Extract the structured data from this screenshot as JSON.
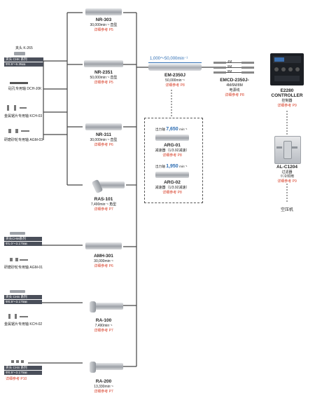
{
  "handpieces": [
    {
      "model": "NR-303",
      "spec": "30,000min⁻¹ 直型",
      "ref": "详细参考 P5"
    },
    {
      "model": "NR-2351",
      "spec": "50,000min⁻¹ 直型",
      "ref": "详细参考 P5"
    },
    {
      "model": "NR-311",
      "spec": "30,000min⁻¹ 直型",
      "ref": "详细参考 P6"
    },
    {
      "model": "RAS-101",
      "spec": "7,490min⁻¹ 角型",
      "ref": "详细参考 P7"
    },
    {
      "model": "AMH-301",
      "spec": "30,000min⁻¹",
      "ref": "详细参考 P6"
    },
    {
      "model": "RA-100",
      "spec": "7,490min⁻¹",
      "ref": "详细参考 P7"
    },
    {
      "model": "RA-200",
      "spec": "13,330min⁻¹",
      "ref": "详细参考 P7"
    }
  ],
  "accessories": {
    "k265": "夹头 K-265",
    "chk_series": "夹头 CHK 系列",
    "chk_range": "Φ0.8～6.35㎜",
    "dch": "砧孔专用轴 DCH-J0K",
    "kch03": "金属锯片专用轴 KCH-03",
    "agm03": "研磨砂轮专用轴 AGM-03",
    "chm_series": "夹头CHM系列",
    "chm_range": "Φ1.0～3.175㎜",
    "agm01": "研磨砂轮专用轴 AGM-01",
    "chs_series": "夹头 CHS 系列",
    "chs_range": "Φ0.8～3.175㎜",
    "kch02": "金属锯片专用轴 KCH-02",
    "chs2_series": "夹头 CHS 系列",
    "chs2_range": "Φ0.8～3.175㎜",
    "chs2_ref": "详细参考 P10"
  },
  "motor": {
    "speed_tag": "1,000～50,000min⁻¹",
    "model": "EM-2350J",
    "spec": "50,000min⁻¹",
    "ref": "详细参考 P8"
  },
  "reducers": [
    {
      "out_prefix": "出力轴",
      "out_value": "7,650",
      "out_unit": "min⁻¹",
      "model": "ARG-01",
      "desc": "减速器（1/3.92减速）",
      "ref": "详细参考 P8"
    },
    {
      "out_prefix": "出力轴",
      "out_value": "1,950",
      "out_unit": "min⁻¹",
      "model": "ARG-02",
      "desc": "减速器（1/3.92减速）",
      "ref": "详细参考 P8"
    }
  ],
  "cable": {
    "lengths": [
      "4M",
      "6M",
      "8M"
    ],
    "model": "EMCD-2350J-",
    "model2": "4M/6M/8M",
    "desc": "电源线",
    "ref": "详细参考 P8"
  },
  "controller": {
    "model": "E2280",
    "model2": "CONTROLLER",
    "desc": "控制器",
    "ref": "详细参考 P9"
  },
  "filter": {
    "model": "AL-C1204",
    "desc": "过滤器",
    "desc2": "※冷却用",
    "ref": "详细参考 P9"
  },
  "compressor": "空压机",
  "colors": {
    "accent_red": "#d8402a",
    "accent_blue": "#2d6db3",
    "label_bg": "#4a4f5a"
  }
}
